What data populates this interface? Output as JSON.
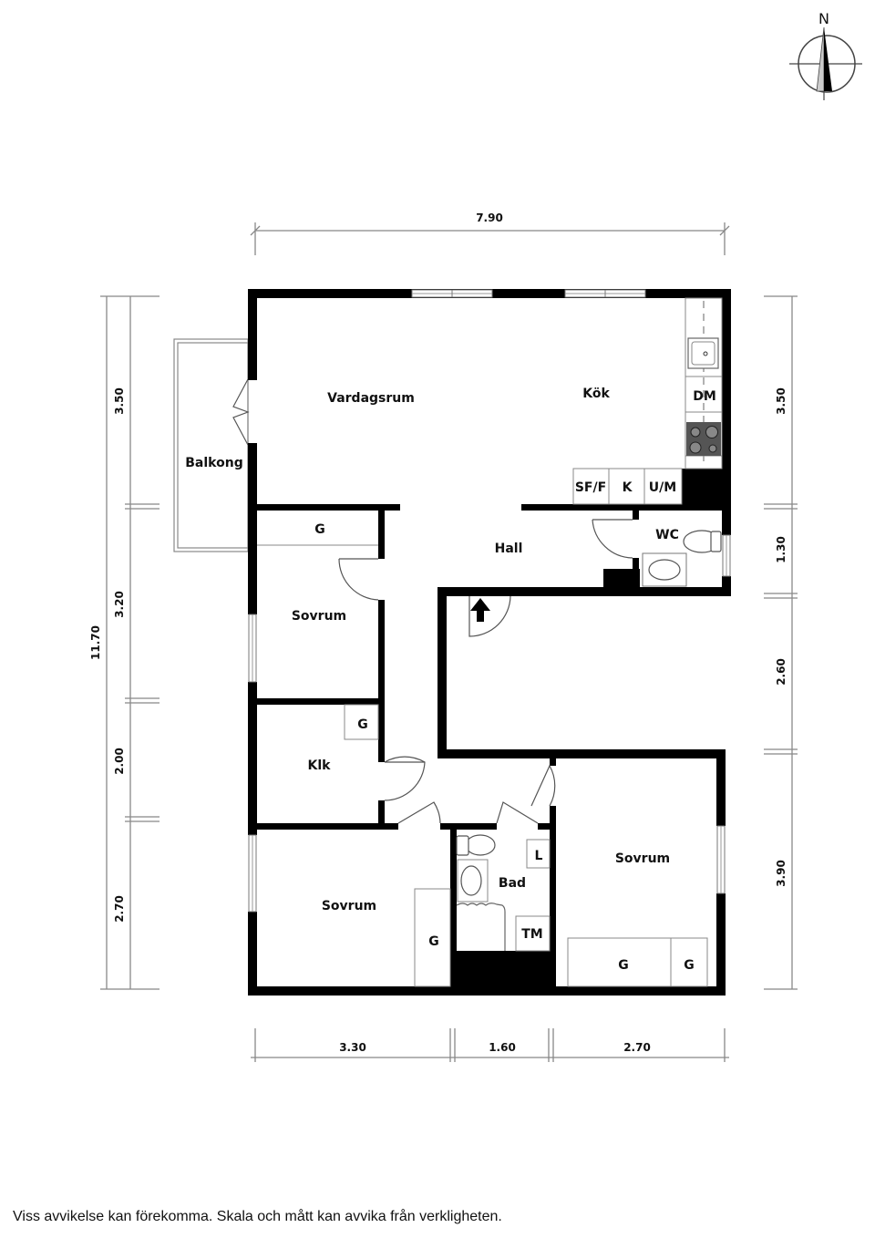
{
  "compass": {
    "label": "N"
  },
  "rooms": {
    "vardagsrum": "Vardagsrum",
    "kok": "Kök",
    "balkong": "Balkong",
    "hall": "Hall",
    "wc": "WC",
    "sovrum1": "Sovrum",
    "klk": "Klk",
    "sovrum2": "Sovrum",
    "bad": "Bad",
    "sovrum3": "Sovrum"
  },
  "fixtures": {
    "dm": "DM",
    "sff": "SF/F",
    "k": "K",
    "um": "U/M",
    "g_sovrum1": "G",
    "g_klk": "G",
    "g_sovrum2": "G",
    "l": "L",
    "tm": "TM",
    "g_sovrum3_a": "G",
    "g_sovrum3_b": "G"
  },
  "dimensions": {
    "top_total": "7.90",
    "left_total": "11.70",
    "left": [
      "3.50",
      "3.20",
      "2.00",
      "2.70"
    ],
    "right": [
      "3.50",
      "1.30",
      "2.60",
      "3.90"
    ],
    "bottom": [
      "3.30",
      "1.60",
      "2.70"
    ]
  },
  "footer": {
    "disclaimer": "Viss avvikelse kan förekomma. Skala och mått kan avvika från verkligheten."
  }
}
